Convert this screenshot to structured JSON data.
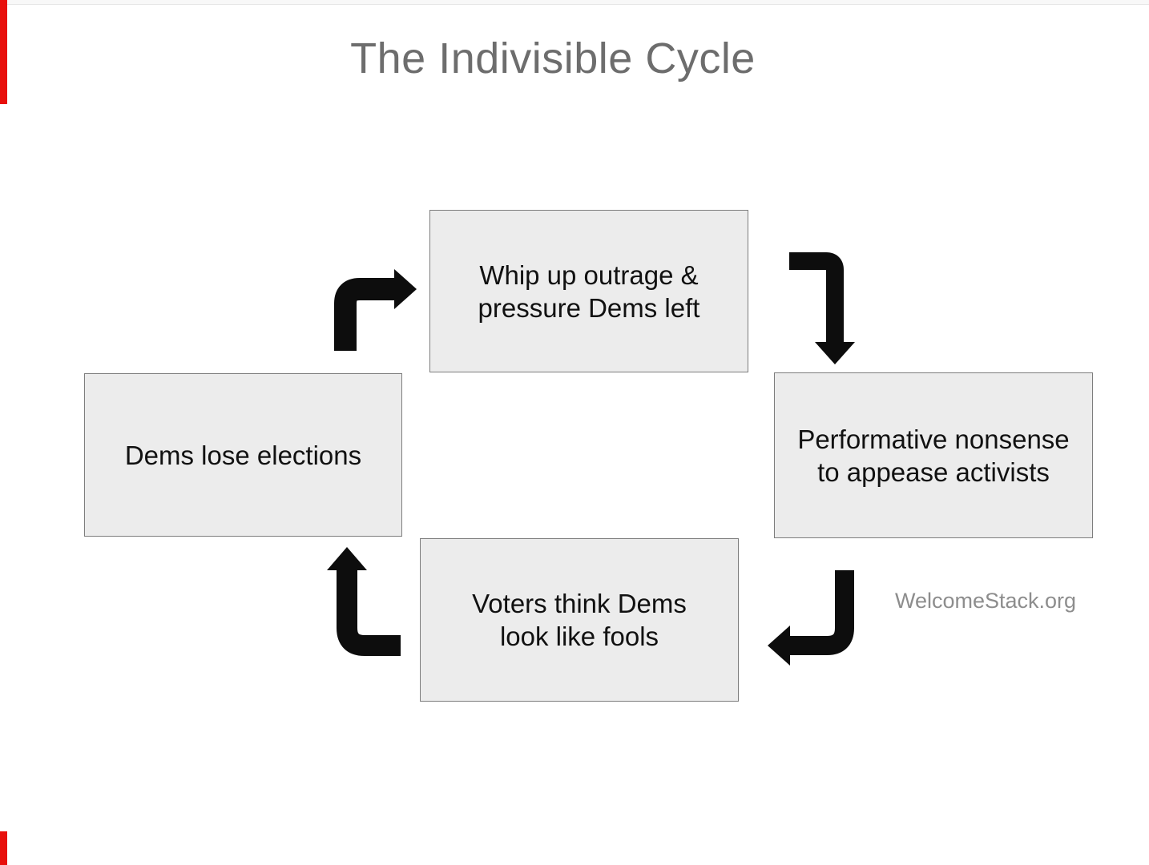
{
  "page": {
    "title": "The Indivisible Cycle",
    "watermark": "WelcomeStack.org"
  },
  "colors": {
    "background": "#ffffff",
    "top_strip": "#f8f8f8",
    "left_edge_accent": "#e8100c",
    "node_fill": "#ececec",
    "node_border": "#7d7d7d",
    "node_text": "#111111",
    "title_text": "#6d6d6d",
    "watermark_text": "#8d8d8d",
    "arrow": "#0d0d0d"
  },
  "diagram": {
    "nodes": [
      {
        "id": "whip-up-outrage",
        "position": "top",
        "lines": [
          "Whip up outrage &",
          "pressure Dems left"
        ]
      },
      {
        "id": "performative-nonsense",
        "position": "right",
        "lines": [
          "Performative nonsense",
          "to appease activists"
        ]
      },
      {
        "id": "voters-think-fools",
        "position": "bottom",
        "lines": [
          "Voters think Dems",
          "look like fools"
        ]
      },
      {
        "id": "dems-lose-elections",
        "position": "left",
        "lines": [
          "Dems lose elections"
        ]
      }
    ],
    "arrows": [
      {
        "from": "dems-lose-elections",
        "to": "whip-up-outrage",
        "shape": "up-then-right"
      },
      {
        "from": "whip-up-outrage",
        "to": "performative-nonsense",
        "shape": "right-then-down"
      },
      {
        "from": "performative-nonsense",
        "to": "voters-think-fools",
        "shape": "down-then-left"
      },
      {
        "from": "voters-think-fools",
        "to": "dems-lose-elections",
        "shape": "left-then-up"
      }
    ]
  }
}
